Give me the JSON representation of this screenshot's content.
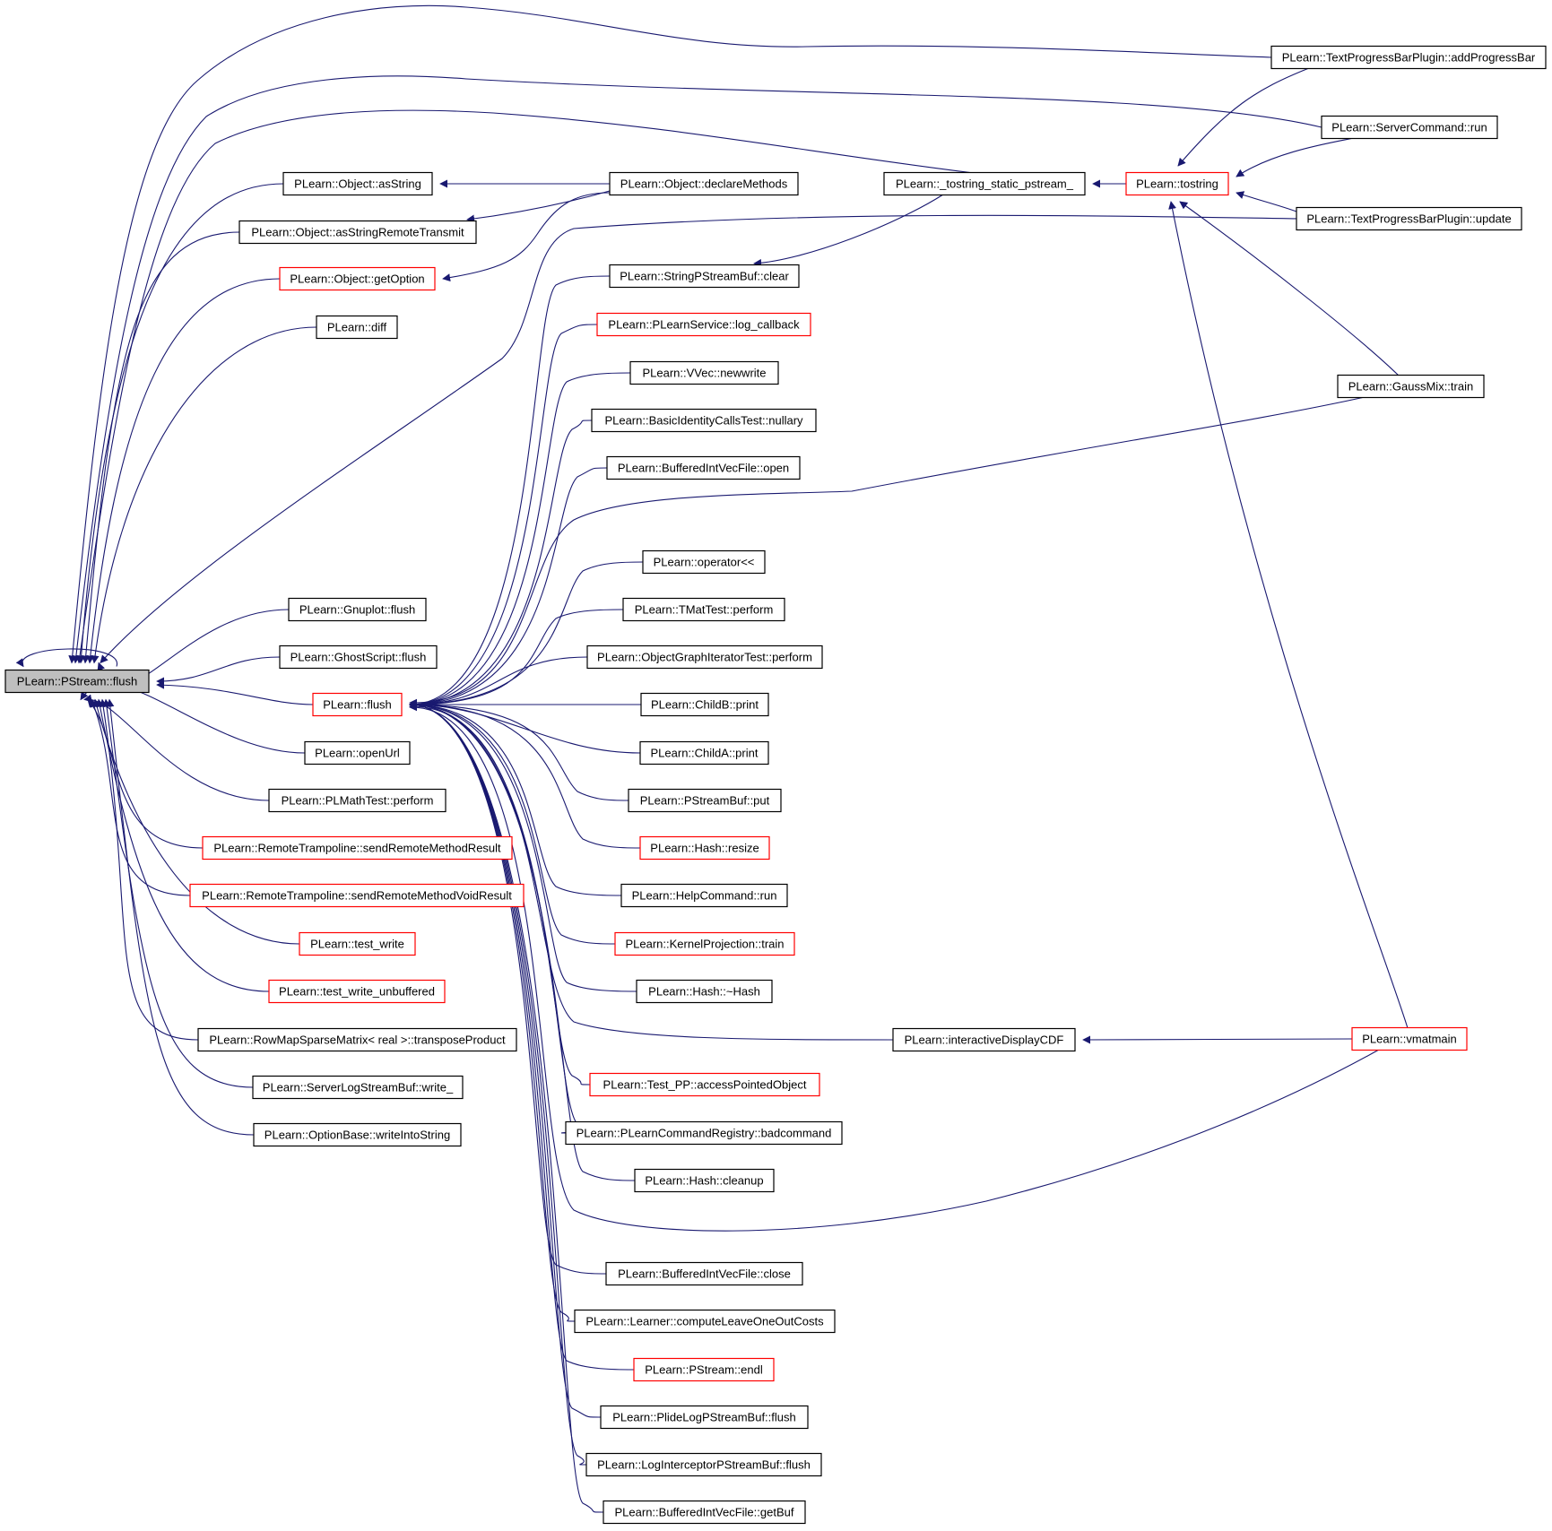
{
  "colors": {
    "edge": "#191970",
    "border_normal": "#000000",
    "border_red": "#ff0000",
    "root_fill": "#bfbfbf",
    "node_fill": "#ffffff",
    "text": "#000000"
  },
  "nodes": {
    "root": "PLearn::PStream::flush",
    "asString": "PLearn::Object::asString",
    "asStringRT": "PLearn::Object::asStringRemoteTransmit",
    "getOption": "PLearn::Object::getOption",
    "diff": "PLearn::diff",
    "gnuplot": "PLearn::Gnuplot::flush",
    "ghost": "PLearn::GhostScript::flush",
    "flush": "PLearn::flush",
    "openUrl": "PLearn::openUrl",
    "plmath": "PLearn::PLMathTest::perform",
    "sendRMR": "PLearn::RemoteTrampoline::sendRemoteMethodResult",
    "sendRMVR": "PLearn::RemoteTrampoline::sendRemoteMethodVoidResult",
    "testwrite": "PLearn::test_write",
    "testwriteu": "PLearn::test_write_unbuffered",
    "rowmap": "PLearn::RowMapSparseMatrix< real >::transposeProduct",
    "serverlog": "PLearn::ServerLogStreamBuf::write_",
    "optionbase": "PLearn::OptionBase::writeIntoString",
    "declareMethods": "PLearn::Object::declareMethods",
    "spsbclear": "PLearn::StringPStreamBuf::clear",
    "logcb": "PLearn::PLearnService::log_callback",
    "newwrite": "PLearn::VVec::newwrite",
    "nullary": "PLearn::BasicIdentityCallsTest::nullary",
    "bivfopen": "PLearn::BufferedIntVecFile::open",
    "oplt": "PLearn::operator<<",
    "tmat": "PLearn::TMatTest::perform",
    "ogit": "PLearn::ObjectGraphIteratorTest::perform",
    "childB": "PLearn::ChildB::print",
    "childA": "PLearn::ChildA::print",
    "psbput": "PLearn::PStreamBuf::put",
    "hashresize": "PLearn::Hash::resize",
    "helprun": "PLearn::HelpCommand::run",
    "kptrain": "PLearn::KernelProjection::train",
    "hashdtor": "PLearn::Hash::~Hash",
    "idcdf": "PLearn::interactiveDisplayCDF",
    "testpp": "PLearn::Test_PP::accessPointedObject",
    "badcmd": "PLearn::PLearnCommandRegistry::badcommand",
    "hashcleanup": "PLearn::Hash::cleanup",
    "bivfclose": "PLearn::BufferedIntVecFile::close",
    "learner": "PLearn::Learner::computeLeaveOneOutCosts",
    "endl": "PLearn::PStream::endl",
    "plide": "PLearn::PlideLogPStreamBuf::flush",
    "logint": "PLearn::LogInterceptorPStreamBuf::flush",
    "getbuf": "PLearn::BufferedIntVecFile::getBuf",
    "tss": "PLearn::_tostring_static_pstream_",
    "tostring": "PLearn::tostring",
    "addpb": "PLearn::TextProgressBarPlugin::addProgressBar",
    "scrun": "PLearn::ServerCommand::run",
    "tpbupdate": "PLearn::TextProgressBarPlugin::update",
    "gmtrain": "PLearn::GaussMix::train",
    "vmatmain": "PLearn::vmatmain"
  }
}
